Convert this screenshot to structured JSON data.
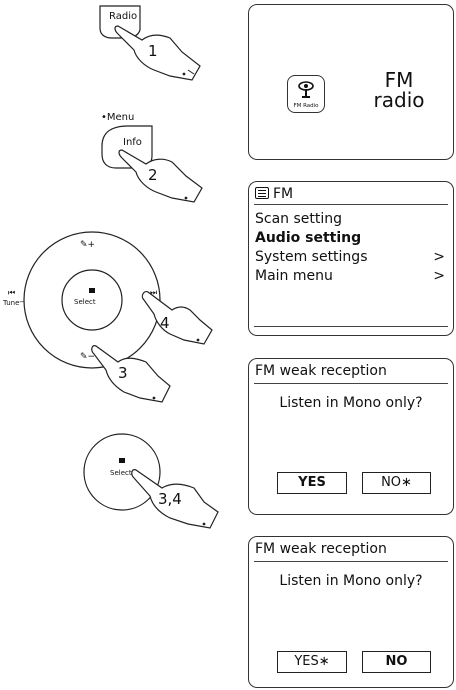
{
  "steps": {
    "radio_button": "Radio",
    "menu_dot_label": "•Menu",
    "info_button": "Info",
    "select_label": "Select",
    "tune_left": "Tune",
    "tune_right": "Tune",
    "n1": "1",
    "n2": "2",
    "n3": "3",
    "n4": "4",
    "n34": "3,4"
  },
  "screen1": {
    "icon_caption": "FM Radio",
    "line1": "FM",
    "line2": "radio"
  },
  "screen2": {
    "title": "FM",
    "items": [
      {
        "label": "Scan setting",
        "arrow": ""
      },
      {
        "label": "Audio setting",
        "arrow": ""
      },
      {
        "label": "System settings",
        "arrow": ">"
      },
      {
        "label": "Main menu",
        "arrow": ">"
      }
    ]
  },
  "screen3": {
    "title": "FM weak reception",
    "question": "Listen in Mono only?",
    "yes": "YES",
    "no": "NO∗"
  },
  "screen4": {
    "title": "FM weak reception",
    "question": "Listen in Mono only?",
    "yes": "YES∗",
    "no": "NO"
  }
}
